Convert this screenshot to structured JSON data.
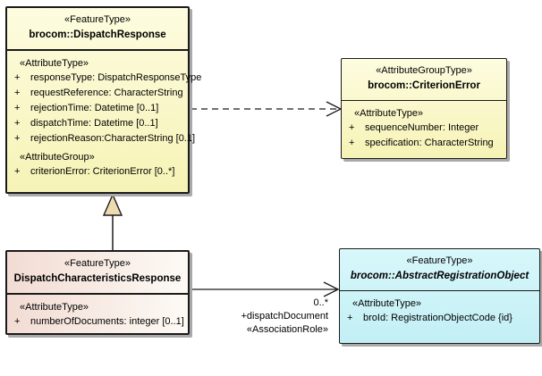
{
  "colors": {
    "yellow_light": "#fdfcdf",
    "yellow_dark": "#f6f3b6",
    "pink": "#f2dcd3",
    "pink_light": "#fdfaf5",
    "cyan_light": "#d8f8fb",
    "cyan_dark": "#c2eff5",
    "triangle_tan": "#efdbb2",
    "border_color": "#1b1b1b",
    "line_color": "#1b1b1b",
    "shadow_color": "#a9a9a9"
  },
  "symbols": {
    "public": "+"
  },
  "boxes": {
    "dispatch_response": {
      "stereotype": "«FeatureType»",
      "name": "brocom::DispatchResponse",
      "attr_label": "«AttributeType»",
      "attrs": [
        "responseType: DispatchResponseType",
        "requestReference: CharacterString",
        "rejectionTime: Datetime [0..1]",
        "dispatchTime: Datetime [0..1]",
        "rejectionReason:CharacterString [0.1]"
      ],
      "group_label": "«AttributeGroup»",
      "group_attrs": [
        "criterionError: CriterionError [0..*]"
      ]
    },
    "criterion_error": {
      "stereotype": "«AttributeGroupType»",
      "name": "brocom::CriterionError",
      "attr_label": "«AttributeType»",
      "attrs": [
        "sequenceNumber: Integer",
        "specification: CharacterString"
      ]
    },
    "dispatch_characteristics_response": {
      "stereotype": "«FeatureType»",
      "name": "DispatchCharacteristicsResponse",
      "attr_label": "«AttributeType»",
      "attrs": [
        "numberOfDocuments: integer [0..1]"
      ]
    },
    "abstract_registration_object": {
      "stereotype": "«FeatureType»",
      "name": "brocom::AbstractRegistrationObject",
      "attr_label": "«AttributeType»",
      "attrs": [
        "broId: RegistrationObjectCode {id}"
      ]
    }
  },
  "connectors": {
    "association": {
      "multiplicity": "0..*",
      "role_name": "+dispatchDocument",
      "stereotype": "«AssociationRole»"
    }
  }
}
